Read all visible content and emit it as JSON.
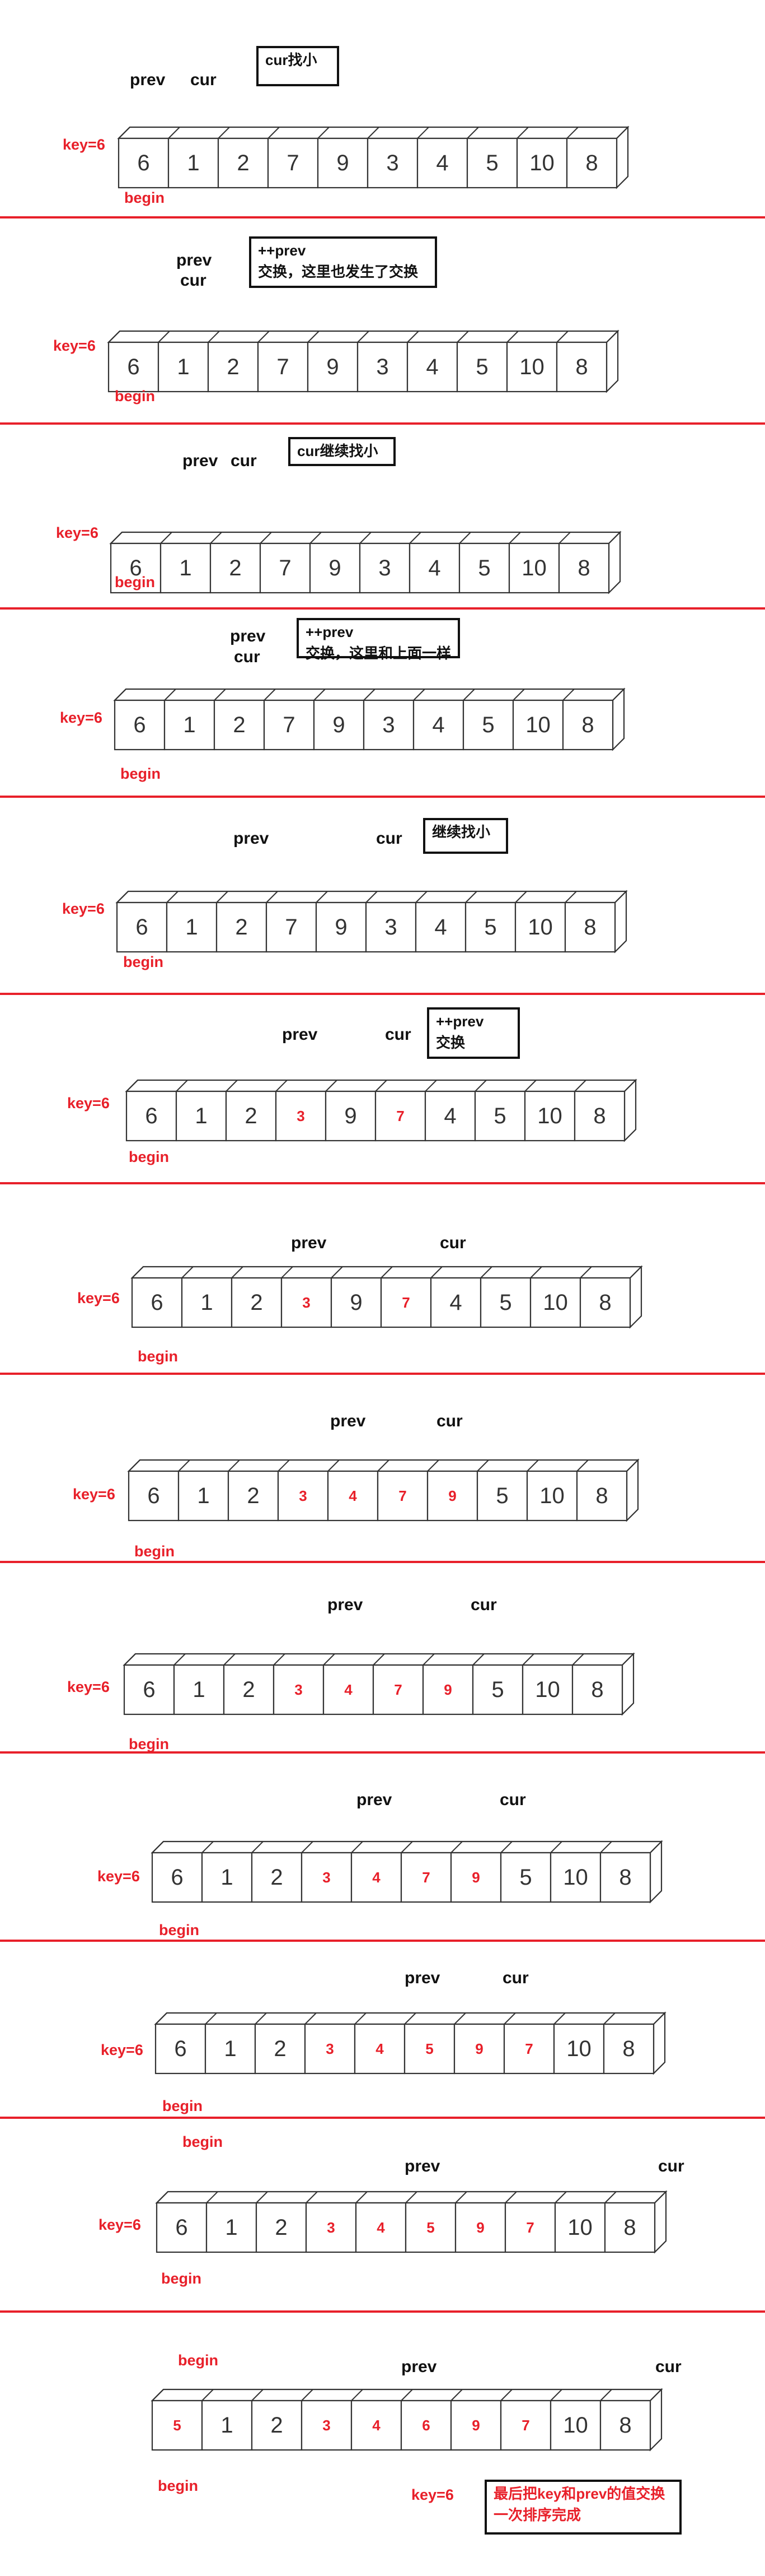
{
  "panels": [
    {
      "values": [
        "6",
        "1",
        "2",
        "7",
        "9",
        "3",
        "4",
        "5",
        "10",
        "8"
      ],
      "red": [],
      "ptr1": "prev",
      "ptr2": "cur",
      "key": "key=6",
      "begin": "begin",
      "note": [
        "cur找小"
      ]
    },
    {
      "values": [
        "6",
        "1",
        "2",
        "7",
        "9",
        "3",
        "4",
        "5",
        "10",
        "8"
      ],
      "red": [],
      "ptr1": "prev",
      "ptr2": "cur",
      "key": "key=6",
      "begin": "begin",
      "note": [
        "++prev",
        "交换，这里也发生了交换"
      ]
    },
    {
      "values": [
        "6",
        "1",
        "2",
        "7",
        "9",
        "3",
        "4",
        "5",
        "10",
        "8"
      ],
      "red": [],
      "ptr1": "prev",
      "ptr2": "cur",
      "key": "key=6",
      "begin": "begin",
      "note": [
        "cur继续找小"
      ]
    },
    {
      "values": [
        "6",
        "1",
        "2",
        "7",
        "9",
        "3",
        "4",
        "5",
        "10",
        "8"
      ],
      "red": [],
      "ptr1": "prev",
      "ptr2": "cur",
      "key": "key=6",
      "begin": "begin",
      "note": [
        "++prev",
        "交换，这里和上面一样"
      ]
    },
    {
      "values": [
        "6",
        "1",
        "2",
        "7",
        "9",
        "3",
        "4",
        "5",
        "10",
        "8"
      ],
      "red": [],
      "ptr1": "prev",
      "ptr2": "cur",
      "key": "key=6",
      "begin": "begin",
      "note": [
        "继续找小"
      ]
    },
    {
      "values": [
        "6",
        "1",
        "2",
        "3",
        "9",
        "7",
        "4",
        "5",
        "10",
        "8"
      ],
      "red": [
        3,
        5
      ],
      "ptr1": "prev",
      "ptr2": "cur",
      "key": "key=6",
      "begin": "begin",
      "note": [
        "++prev",
        "交换"
      ]
    },
    {
      "values": [
        "6",
        "1",
        "2",
        "3",
        "9",
        "7",
        "4",
        "5",
        "10",
        "8"
      ],
      "red": [
        3,
        5
      ],
      "ptr1": "prev",
      "ptr2": "cur",
      "key": "key=6",
      "begin": "begin",
      "note": []
    },
    {
      "values": [
        "6",
        "1",
        "2",
        "3",
        "4",
        "7",
        "9",
        "5",
        "10",
        "8"
      ],
      "red": [
        3,
        4,
        5,
        6
      ],
      "ptr1": "prev",
      "ptr2": "cur",
      "key": "key=6",
      "begin": "begin",
      "note": []
    },
    {
      "values": [
        "6",
        "1",
        "2",
        "3",
        "4",
        "7",
        "9",
        "5",
        "10",
        "8"
      ],
      "red": [
        3,
        4,
        5,
        6
      ],
      "ptr1": "prev",
      "ptr2": "cur",
      "key": "key=6",
      "begin": "begin",
      "note": []
    },
    {
      "values": [
        "6",
        "1",
        "2",
        "3",
        "4",
        "7",
        "9",
        "5",
        "10",
        "8"
      ],
      "red": [
        3,
        4,
        5,
        6
      ],
      "ptr1": "prev",
      "ptr2": "cur",
      "key": "key=6",
      "begin": "begin",
      "note": []
    },
    {
      "values": [
        "6",
        "1",
        "2",
        "3",
        "4",
        "5",
        "9",
        "7",
        "10",
        "8"
      ],
      "red": [
        3,
        4,
        5,
        6,
        7
      ],
      "ptr1": "prev",
      "ptr2": "cur",
      "key": "key=6",
      "begin": "begin",
      "note": []
    },
    {
      "values": [
        "6",
        "1",
        "2",
        "3",
        "4",
        "5",
        "9",
        "7",
        "10",
        "8"
      ],
      "red": [
        3,
        4,
        5,
        6,
        7
      ],
      "ptr1": "prev",
      "ptr2": "cur",
      "key": "key=6",
      "begin": "begin",
      "begin_top": "begin",
      "note": []
    },
    {
      "values": [
        "5",
        "1",
        "2",
        "3",
        "4",
        "6",
        "9",
        "7",
        "10",
        "8"
      ],
      "red": [
        0,
        3,
        4,
        5,
        6,
        7
      ],
      "ptr1": "prev",
      "ptr2": "cur",
      "key": "key=6",
      "begin": "begin",
      "begin_top": "begin",
      "note": [
        "最后把key和prev的值交换",
        "一次排序完成"
      ]
    }
  ]
}
